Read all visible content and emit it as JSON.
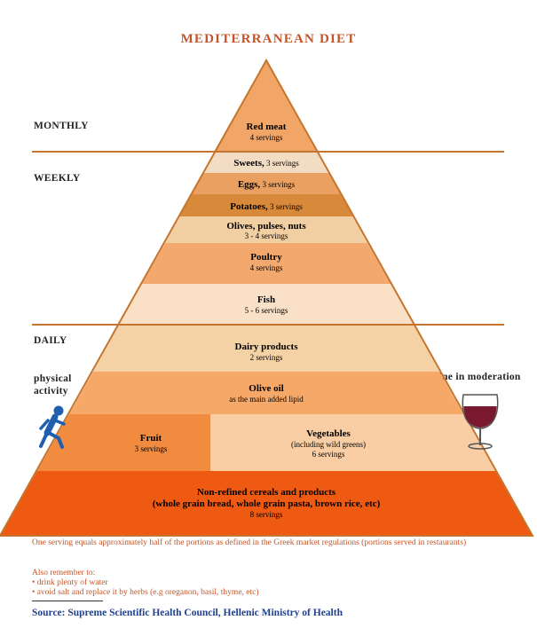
{
  "title": "MEDITERRANEAN DIET",
  "periods": {
    "monthly": "MONTHLY",
    "weekly": "WEEKLY",
    "daily": "DAILY"
  },
  "sides": {
    "activity": "physical\nactivity",
    "wine": "wine in moderation"
  },
  "tiers": {
    "red_meat": {
      "name": "Red meat",
      "servings": "4 servings",
      "color": "#f1a668"
    },
    "sweets": {
      "name": "Sweets,",
      "servings": "3 servings",
      "color": "#f3dcc4"
    },
    "eggs": {
      "name": "Eggs,",
      "servings": "3 servings",
      "color": "#e9a060"
    },
    "potatoes": {
      "name": "Potatoes,",
      "servings": "3 servings",
      "color": "#d9893a"
    },
    "olives": {
      "name": "Olives, pulses, nuts",
      "servings": "3 - 4 servings",
      "color": "#f2cfa2"
    },
    "poultry": {
      "name": "Poultry",
      "servings": "4 servings",
      "color": "#f3a86e"
    },
    "fish": {
      "name": "Fish",
      "servings": "5 - 6 servings",
      "color": "#fae0c6"
    },
    "dairy": {
      "name": "Dairy products",
      "servings": "2 servings",
      "color": "#f5d2a6"
    },
    "olive_oil": {
      "name": "Olive oil",
      "servings": "as the main added lipid",
      "color": "#f6a868"
    },
    "fruit": {
      "name": "Fruit",
      "servings": "3 servings",
      "color": "#f08b3f"
    },
    "vegetables": {
      "name": "Vegetables",
      "servings": "(including wild greens)\n6 servings",
      "color": "#f9cea4"
    },
    "cereals": {
      "name": "Non-refined cereals and products\n(whole grain bread, whole grain pasta, brown rice, etc)",
      "servings": "8 servings",
      "color": "#ef5a13"
    }
  },
  "colors": {
    "accent": "#c4552a",
    "outline": "#c5752d",
    "source": "#1f3f8f",
    "icon": "#1f5faf",
    "wine": "#7a1830"
  },
  "note": "One serving equals approximately half of the portions as defined in the Greek market regulations (portions served in restaurants)",
  "remember": {
    "heading": "Also remember to:",
    "items": [
      "drink plenty of water",
      "avoid salt and replace it by herbs (e.g oreganon, basil, thyme, etc)"
    ]
  },
  "source": "Source: Supreme Scientific Health Council, Hellenic Ministry of Health",
  "icons": {
    "activity": "walking-person-icon",
    "wine": "wine-glass-icon"
  }
}
